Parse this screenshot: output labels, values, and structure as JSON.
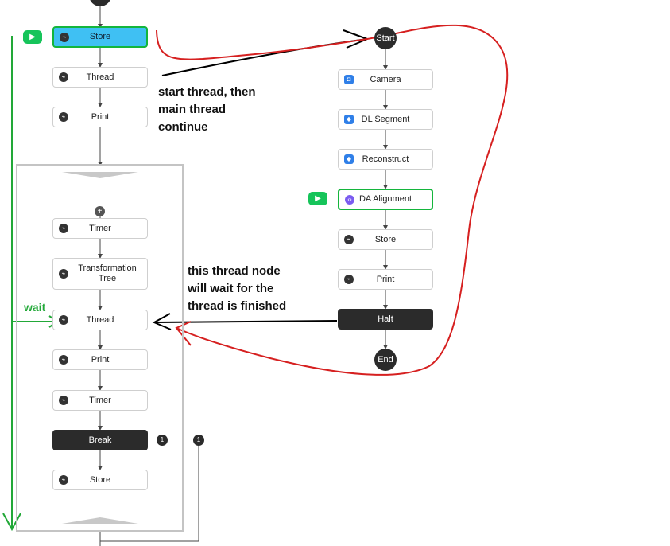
{
  "main_flow": {
    "store": "Store",
    "thread": "Thread",
    "print": "Print"
  },
  "loop": {
    "timer_1": "Timer",
    "transformation_tree": "Transformation Tree",
    "thread": "Thread",
    "print": "Print",
    "timer_2": "Timer",
    "break": "Break",
    "store": "Store",
    "badge_1": "1",
    "badge_2": "1",
    "add_symbol": "+"
  },
  "thread_flow": {
    "start": "Start",
    "camera": "Camera",
    "dl_segment": "DL Segment",
    "reconstruct": "Reconstruct",
    "da_alignment": "DA Alignment",
    "store": "Store",
    "print": "Print",
    "halt": "Halt",
    "end": "End"
  },
  "annotations": {
    "start_thread": "start thread, then\nmain thread\ncontinue",
    "wait_note": "this thread node\nwill wait for the\nthread is finished",
    "wait_label": "wait"
  },
  "colors": {
    "active_node": "#3fc0f3",
    "highlight_border": "#14b53c",
    "play_button": "#16c45a",
    "red_curve": "#d62020",
    "green_arrow": "#22a838",
    "dark_node": "#2b2b2b"
  }
}
